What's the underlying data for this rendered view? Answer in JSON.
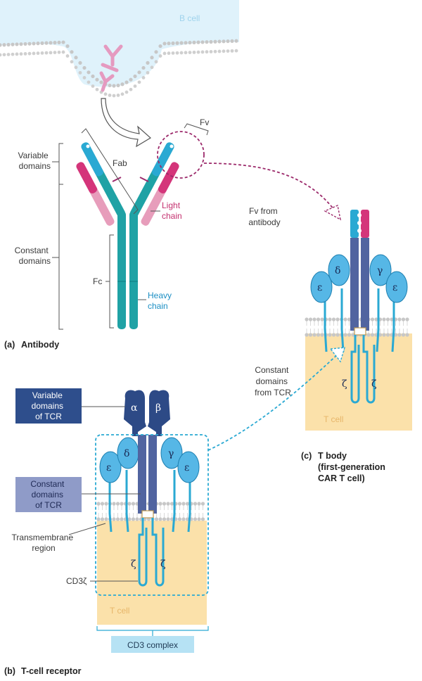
{
  "colors": {
    "heavy_teal": "#1fa2a5",
    "variable_blue": "#2aa9d3",
    "light_pink": "#e79dbb",
    "variable_magenta": "#d4357a",
    "tcr_navy": "#2d4a86",
    "cd3_blue": "#56b7e6",
    "cytoplasm": "#fbe1aa",
    "membrane_head": "#c7c7c7",
    "dashed_blue": "#2aa9d3",
    "dashed_magenta": "#9c2a6b",
    "label_box_dark": "#2e4e8c",
    "label_box_mid": "#8f9bc8",
    "label_box_light": "#b6e2f4"
  },
  "panel_a": {
    "cell_label": "B cell",
    "variable_domains": [
      "Variable",
      "domains"
    ],
    "constant_domains": [
      "Constant",
      "domains"
    ],
    "fab": "Fab",
    "fc": "Fc",
    "fv": "Fv",
    "light_chain": [
      "Light",
      "chain"
    ],
    "heavy_chain": [
      "Heavy",
      "chain"
    ],
    "caption_letter": "(a)",
    "caption": "Antibody"
  },
  "panel_b": {
    "box_variable": [
      "Variable",
      "domains",
      "of TCR"
    ],
    "box_constant": [
      "Constant",
      "domains",
      "of TCR"
    ],
    "transmembrane": [
      "Transmembrane",
      "region"
    ],
    "cd3zeta": "CD3ζ",
    "alpha": "α",
    "beta": "β",
    "delta": "δ",
    "gamma": "γ",
    "epsilon": "ε",
    "zeta": "ζ",
    "cell_label": "T cell",
    "cd3_complex": "CD3 complex",
    "caption_letter": "(b)",
    "caption": "T-cell receptor"
  },
  "panel_c": {
    "fv_from_antibody": [
      "Fv from",
      "antibody"
    ],
    "constant_from_tcr": [
      "Constant",
      "domains",
      "from TCR"
    ],
    "cell_label": "T cell",
    "caption_letter": "(c)",
    "caption": [
      "T body",
      "(first-generation",
      "CAR T cell)"
    ]
  }
}
